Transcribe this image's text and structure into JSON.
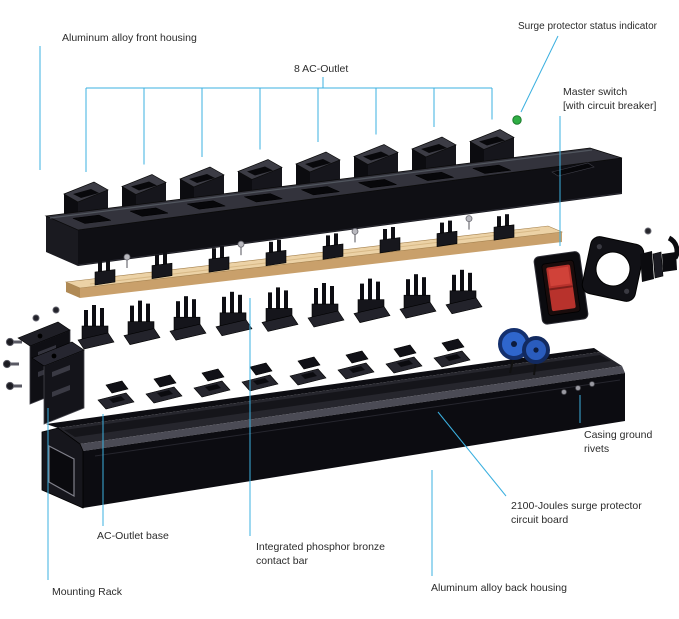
{
  "diagram": {
    "accent_color": "#3bb0e0",
    "led_color": "#2fae44",
    "outlet_count": 8,
    "labels": {
      "front_housing": "Aluminum alloy front housing",
      "ac_outlet": "8 AC-Outlet",
      "status_indicator": "Surge protector status indicator",
      "master_switch": [
        "Master switch",
        "[with circuit breaker]"
      ],
      "ground_rivets": [
        "Casing ground",
        "rivets"
      ],
      "circuit_board": [
        "2100-Joules surge protector",
        "circuit board"
      ],
      "outlet_base": "AC-Outlet base",
      "contact_bar": [
        "Integrated phosphor bronze",
        "contact bar"
      ],
      "mounting_rack": "Mounting Rack",
      "back_housing": "Aluminum alloy back housing"
    }
  }
}
